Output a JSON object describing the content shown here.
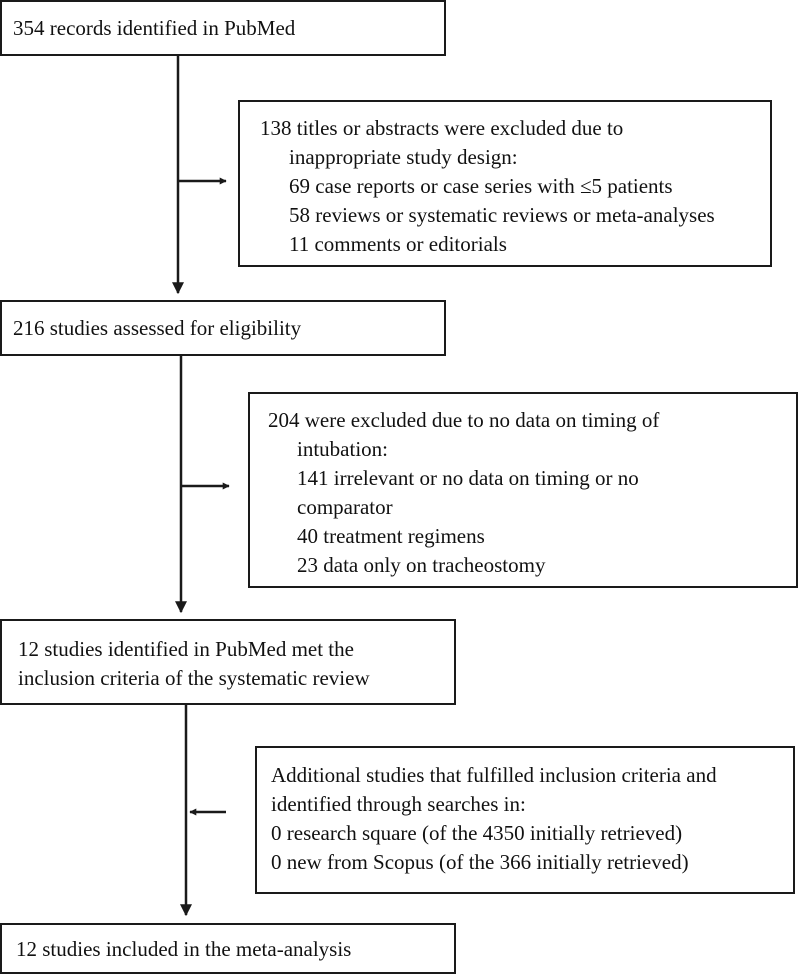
{
  "flow": {
    "box1": {
      "text": "354 records identified in PubMed"
    },
    "excl1": {
      "lines": [
        "138 titles or abstracts were excluded due to",
        "inappropriate study design:",
        "69 case reports or case series with ≤5 patients",
        "58 reviews or systematic reviews or meta-analyses",
        "11 comments or editorials"
      ]
    },
    "box2": {
      "text": "216 studies assessed for eligibility"
    },
    "excl2": {
      "lines": [
        "204 were excluded due to no data on timing of",
        "intubation:",
        "141 irrelevant or no data on timing or no",
        "comparator",
        "40 treatment regimens",
        "23 data only on tracheostomy"
      ]
    },
    "box3": {
      "lines": [
        "12 studies identified in PubMed met the",
        "inclusion criteria of the systematic review"
      ]
    },
    "add": {
      "lines": [
        "Additional studies that fulfilled inclusion criteria and",
        "identified through searches in:",
        "0 research square (of the 4350 initially retrieved)",
        "0 new from Scopus (of the 366 initially retrieved)"
      ]
    },
    "box4": {
      "text": "12 studies included in the meta-analysis"
    }
  }
}
